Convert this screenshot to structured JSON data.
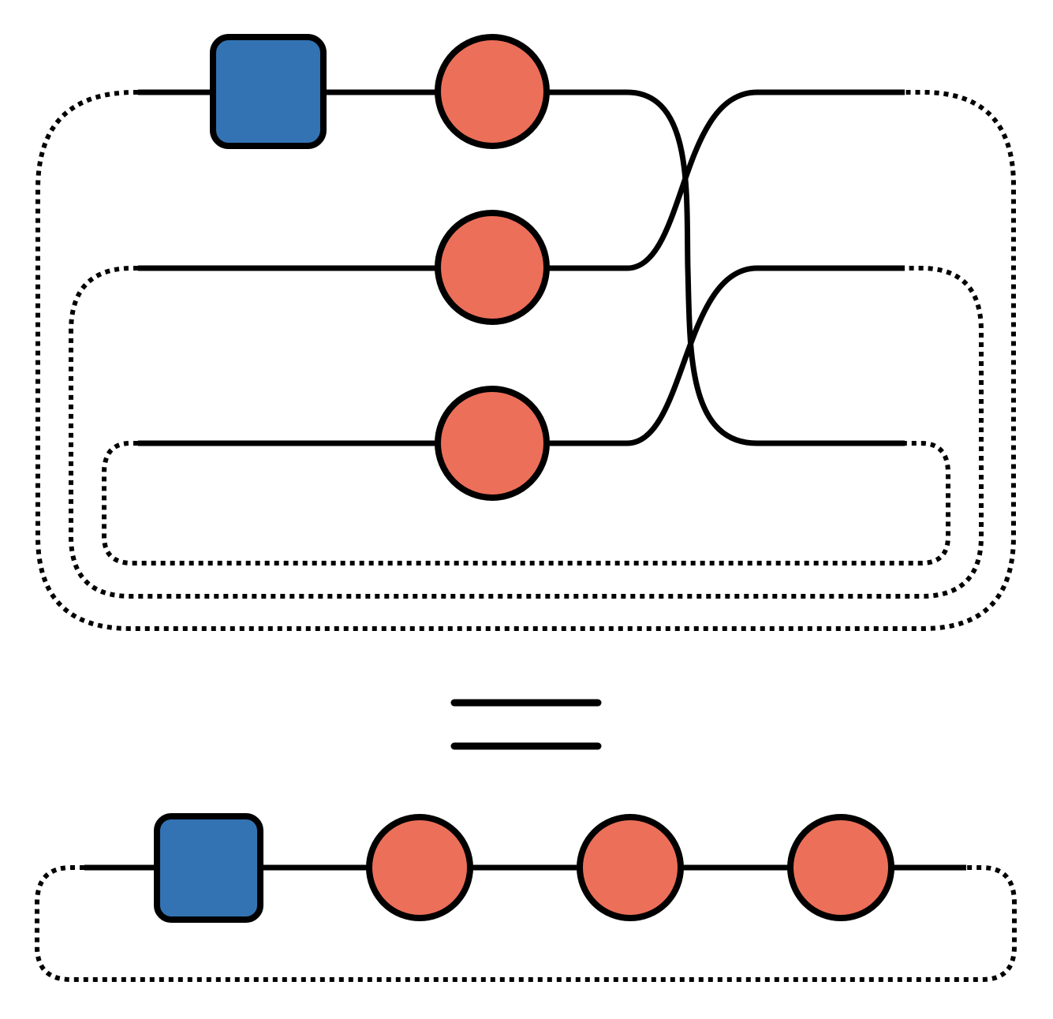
{
  "colors": {
    "circle_node": "#EC6F59",
    "square_node": "#3373B3",
    "line": "#000000",
    "background": "#FFFFFF"
  },
  "top_diagram": {
    "wires": 3,
    "nodes_per_wire": [
      [
        "square",
        "circle"
      ],
      [
        "circle"
      ],
      [
        "circle"
      ]
    ],
    "permutation": [
      3,
      1,
      2
    ],
    "trace_loops": 3
  },
  "relation": "=",
  "bottom_diagram": {
    "nodes": [
      "square",
      "circle",
      "circle",
      "circle"
    ],
    "trace_loops": 1
  }
}
